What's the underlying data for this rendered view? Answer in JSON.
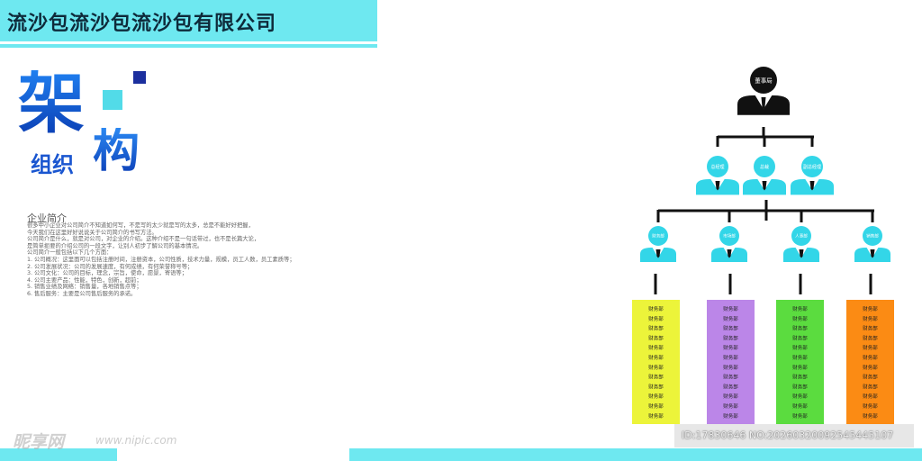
{
  "header": {
    "company": "流沙包流沙包流沙包有限公司"
  },
  "title": {
    "char_big1": "架",
    "char_big2": "构",
    "small": "组织"
  },
  "intro": {
    "heading": "企业简介",
    "lines": [
      "很多中小企业对公司简介不知道如何写，不是写的太少就是写的太多，总是不能好好把握，",
      "今天我们在这里好好说说关于公司简介的书写方法。",
      "公司简介是什么，就是对公司，对企业的介绍。这种介绍不是一句话带过，也不是长篇大论，",
      "是简单扼要的介绍公司的一段文字，让别人初步了解公司的基本情况。",
      "公司简介一般包括以下几个方面：",
      "1. 公司概况：这里面可以包括注册时间，注册资本，公司性质，技术力量，规模，员工人数，员工素质等；",
      "2. 公司发展状况：公司的发展速度，有何成绩，有何荣誉称号等；",
      "3. 公司文化：公司的目标，理念，宗旨，使命，愿景，寄语等；",
      "4. 公司主要产品：性能，特色，创新，超前；",
      "5. 销售业绩及网络：销售量，各地销售点等；",
      "6. 售后服务：主要是公司售后服务的承诺。"
    ]
  },
  "org": {
    "top_label": "董事局",
    "level2": [
      "总经理",
      "总裁",
      "副总经理"
    ],
    "level3": [
      "财务部",
      "市场部",
      "人事部",
      "销售部"
    ],
    "box_item": "财务部",
    "items_per_box": 12,
    "box_colors": [
      "#ecf43a",
      "#bb86e8",
      "#5bdc3f",
      "#fb8b14"
    ],
    "person_colors": {
      "top": "#111111",
      "level": "#33d6e8"
    }
  },
  "watermark": {
    "brand": "昵享网",
    "url": "www.nipic.com",
    "id": "ID:17830646 NO:20260320092545445107"
  }
}
